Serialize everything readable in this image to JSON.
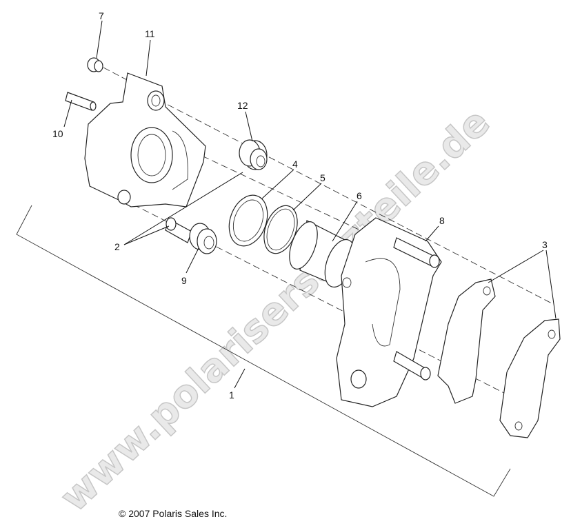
{
  "diagram": {
    "callouts": [
      {
        "id": "7",
        "label": "7"
      },
      {
        "id": "11",
        "label": "11"
      },
      {
        "id": "10",
        "label": "10"
      },
      {
        "id": "12",
        "label": "12"
      },
      {
        "id": "4",
        "label": "4"
      },
      {
        "id": "5",
        "label": "5"
      },
      {
        "id": "6",
        "label": "6"
      },
      {
        "id": "8",
        "label": "8"
      },
      {
        "id": "3",
        "label": "3"
      },
      {
        "id": "2",
        "label": "2"
      },
      {
        "id": "9",
        "label": "9"
      },
      {
        "id": "1",
        "label": "1"
      }
    ],
    "copyright": "© 2007 Polaris Sales Inc.",
    "watermark": "www.polarisersatzteile.de"
  }
}
